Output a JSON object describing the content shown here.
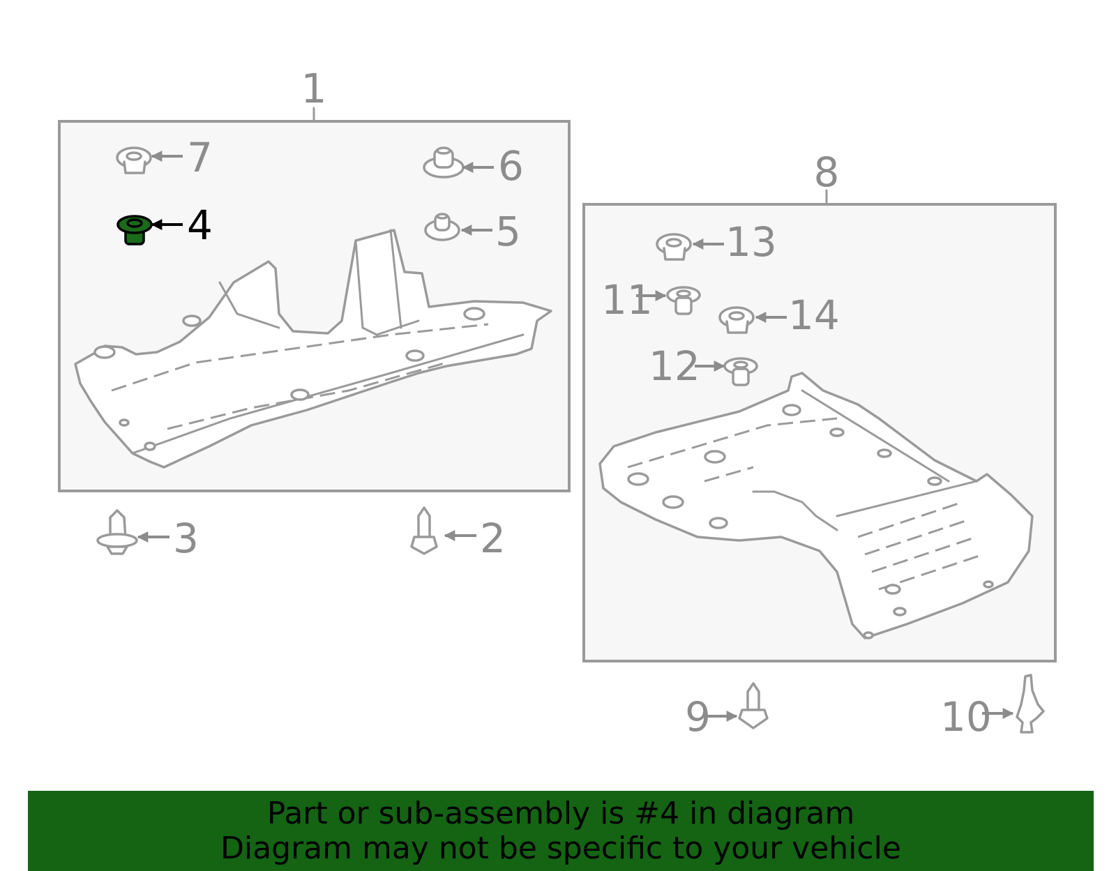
{
  "callouts": {
    "c1": "1",
    "c2": "2",
    "c3": "3",
    "c4": "4",
    "c5": "5",
    "c6": "6",
    "c7": "7",
    "c8": "8",
    "c9": "9",
    "c10": "10",
    "c11": "11",
    "c12": "12",
    "c13": "13",
    "c14": "14"
  },
  "highlighted_part": "4",
  "colors": {
    "highlight": "#1a6b1a",
    "banner": "#146414",
    "line": "#9a9a9a"
  },
  "banner": {
    "line1": "Part or sub-assembly is #4 in diagram",
    "line2": "Diagram may not be specific to your vehicle"
  }
}
